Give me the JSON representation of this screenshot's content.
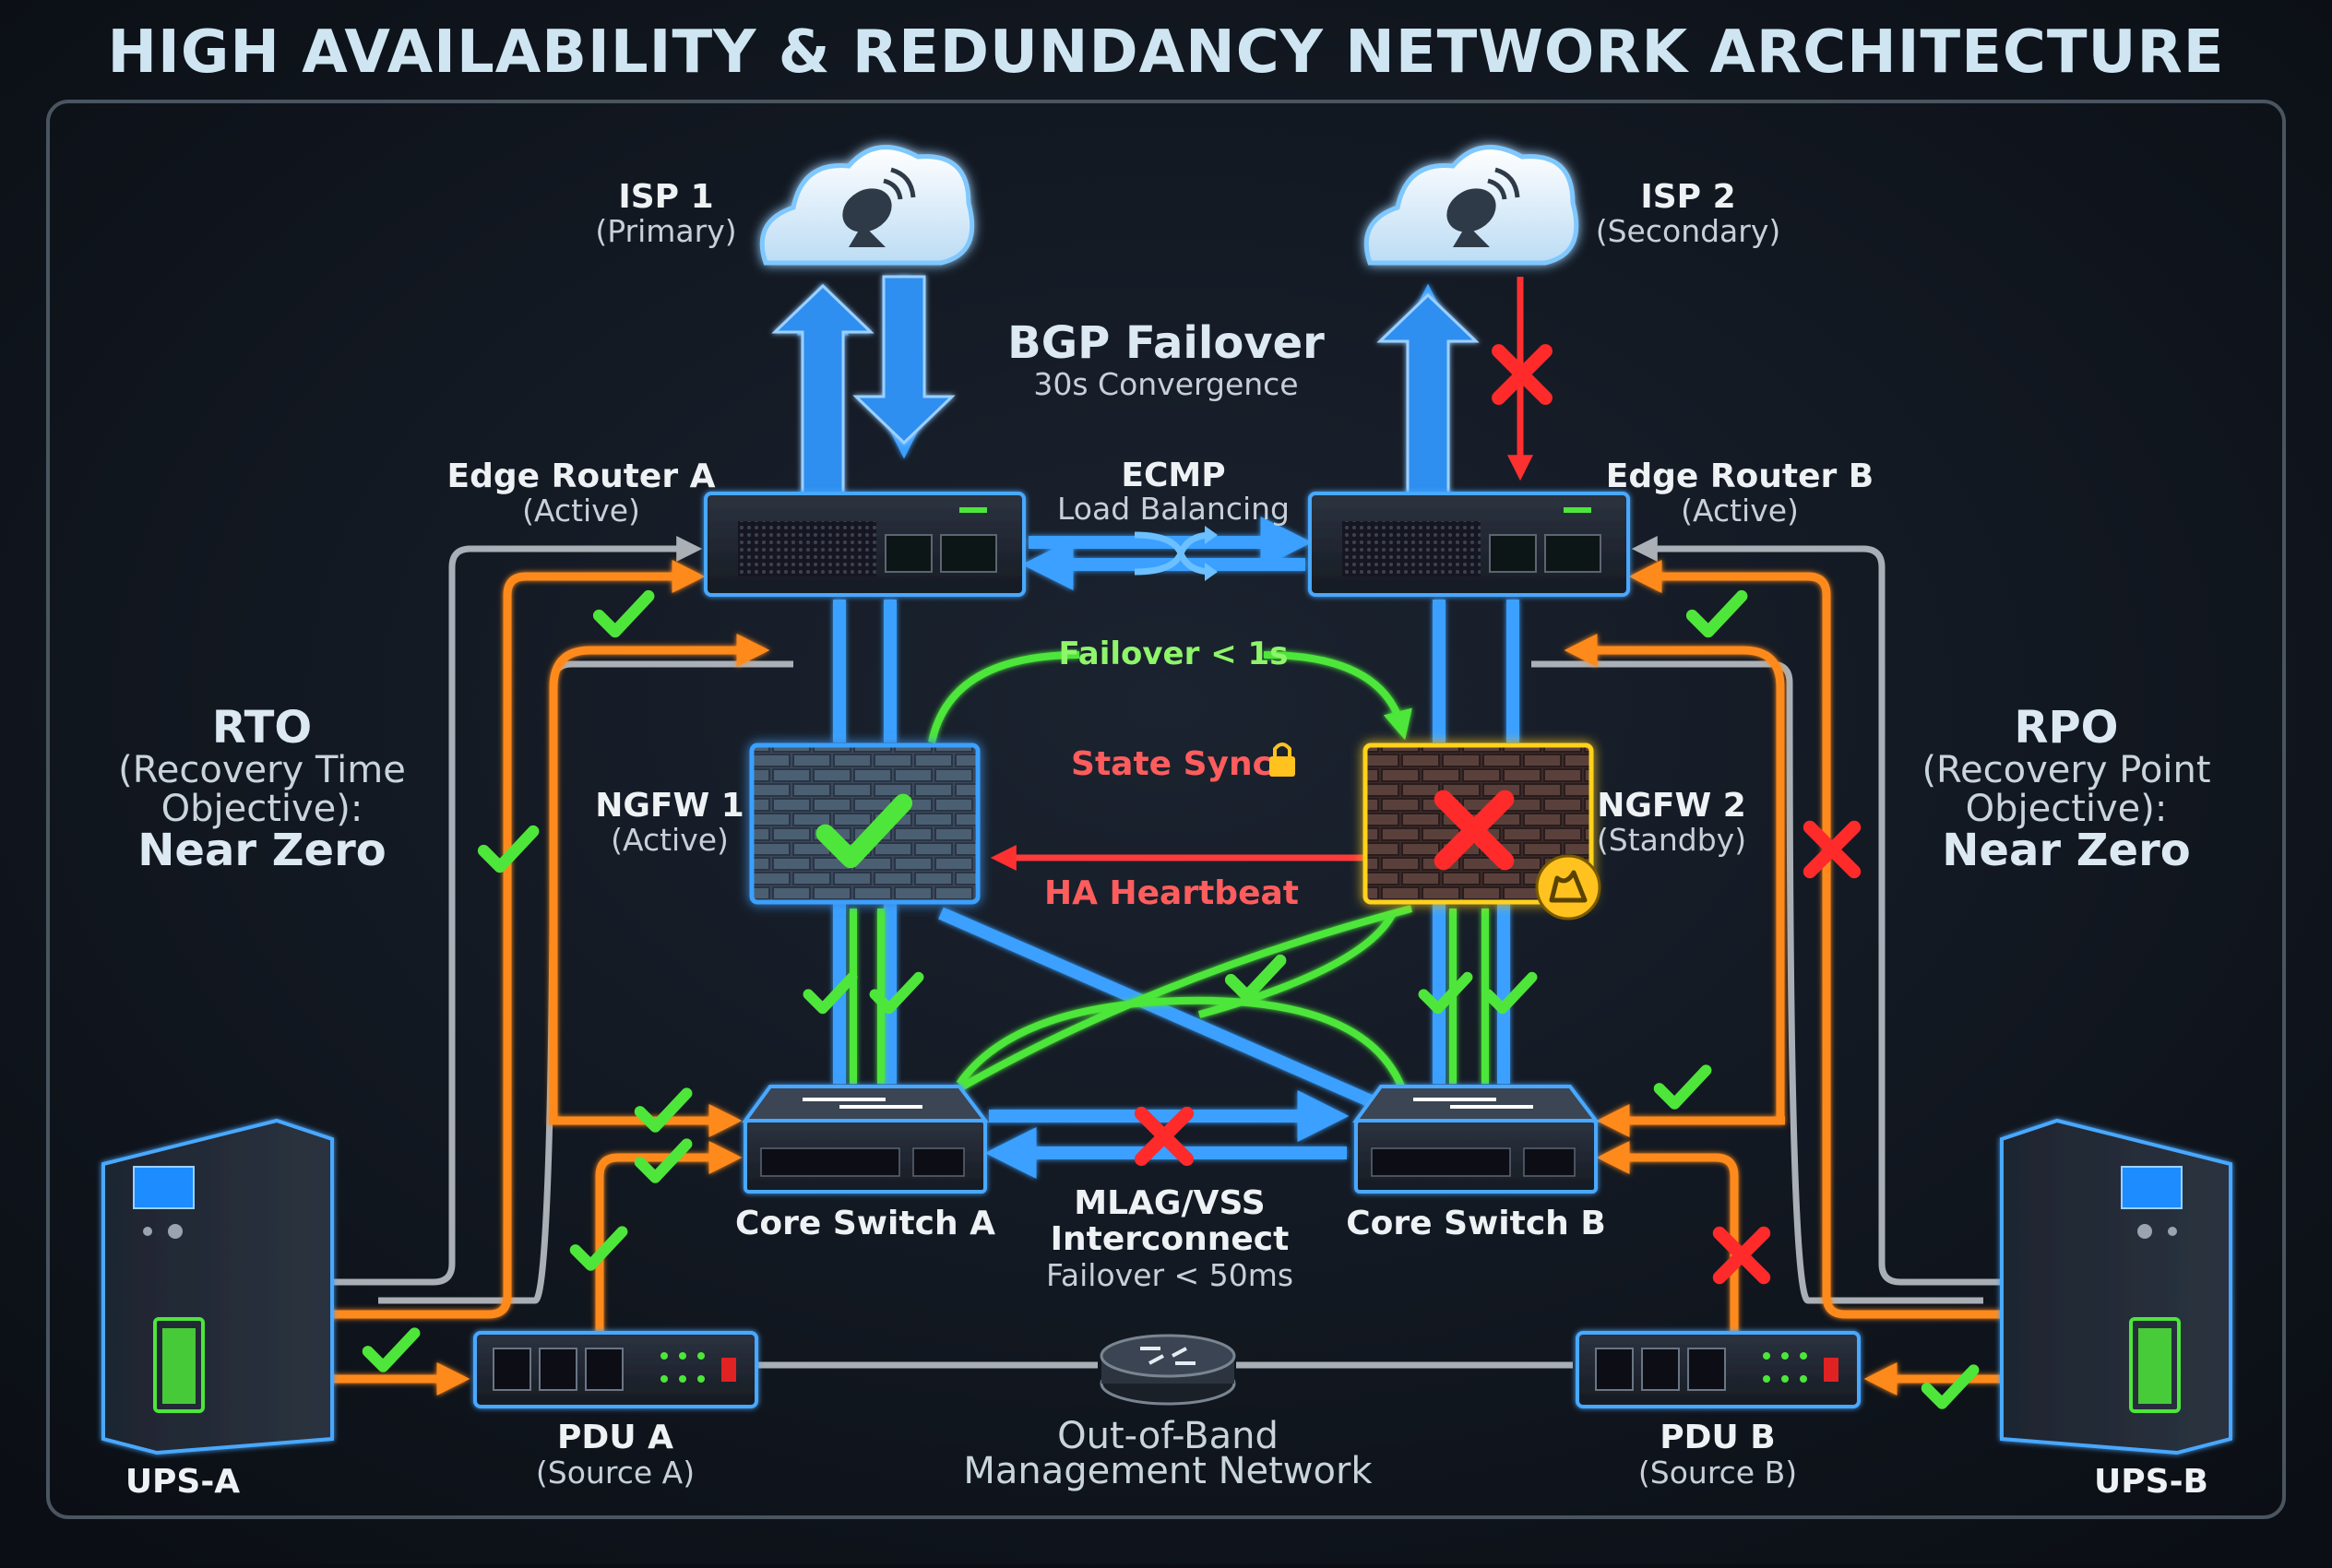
{
  "title": "HIGH AVAILABILITY & REDUNDANCY NETWORK ARCHITECTURE",
  "isp1": {
    "name": "ISP 1",
    "role": "(Primary)"
  },
  "isp2": {
    "name": "ISP 2",
    "role": "(Secondary)"
  },
  "bgp": {
    "title": "BGP Failover",
    "sub": "30s Convergence"
  },
  "ecmp": {
    "title": "ECMP",
    "sub": "Load Balancing"
  },
  "edge_a": {
    "name": "Edge Router A",
    "role": "(Active)"
  },
  "edge_b": {
    "name": "Edge Router B",
    "role": "(Active)"
  },
  "failover_fw": "Failover < 1s",
  "ngfw1": {
    "name": "NGFW 1",
    "role": "(Active)"
  },
  "ngfw2": {
    "name": "NGFW 2",
    "role": "(Standby)"
  },
  "state_sync": "State Sync",
  "ha_heartbeat": "HA Heartbeat",
  "rto": {
    "title": "RTO",
    "line1": "(Recovery Time",
    "line2": "Objective):",
    "value": "Near Zero"
  },
  "rpo": {
    "title": "RPO",
    "line1": "(Recovery Point",
    "line2": "Objective):",
    "value": "Near Zero"
  },
  "core_a": {
    "name": "Core Switch A"
  },
  "core_b": {
    "name": "Core Switch B"
  },
  "mlag": {
    "line1": "MLAG/VSS",
    "line2": "Interconnect",
    "sub": "Failover < 50ms"
  },
  "pdu_a": {
    "name": "PDU A",
    "role": "(Source A)"
  },
  "pdu_b": {
    "name": "PDU B",
    "role": "(Source B)"
  },
  "oob": {
    "line1": "Out-of-Band",
    "line2": "Management Network"
  },
  "ups_a": {
    "name": "UPS-A"
  },
  "ups_b": {
    "name": "UPS-B"
  },
  "colors": {
    "blue": "#3aa0ff",
    "orange": "#ff8a1f",
    "green": "#4ee63a",
    "red": "#ff3030",
    "gray": "#b8bec4",
    "background": "#0a0e14"
  },
  "icons": {
    "isp": "satellite-dish-cloud-icon",
    "router": "rack-router-icon",
    "firewall": "brick-wall-icon",
    "switch": "network-switch-icon",
    "pdu": "power-strip-icon",
    "ups": "ups-tower-icon",
    "oob": "router-disc-icon",
    "ok": "check-mark-icon",
    "fail": "cross-mark-icon",
    "ecmp": "shuffle-icon",
    "lock": "lock-icon",
    "warning": "alert-badge-icon"
  }
}
